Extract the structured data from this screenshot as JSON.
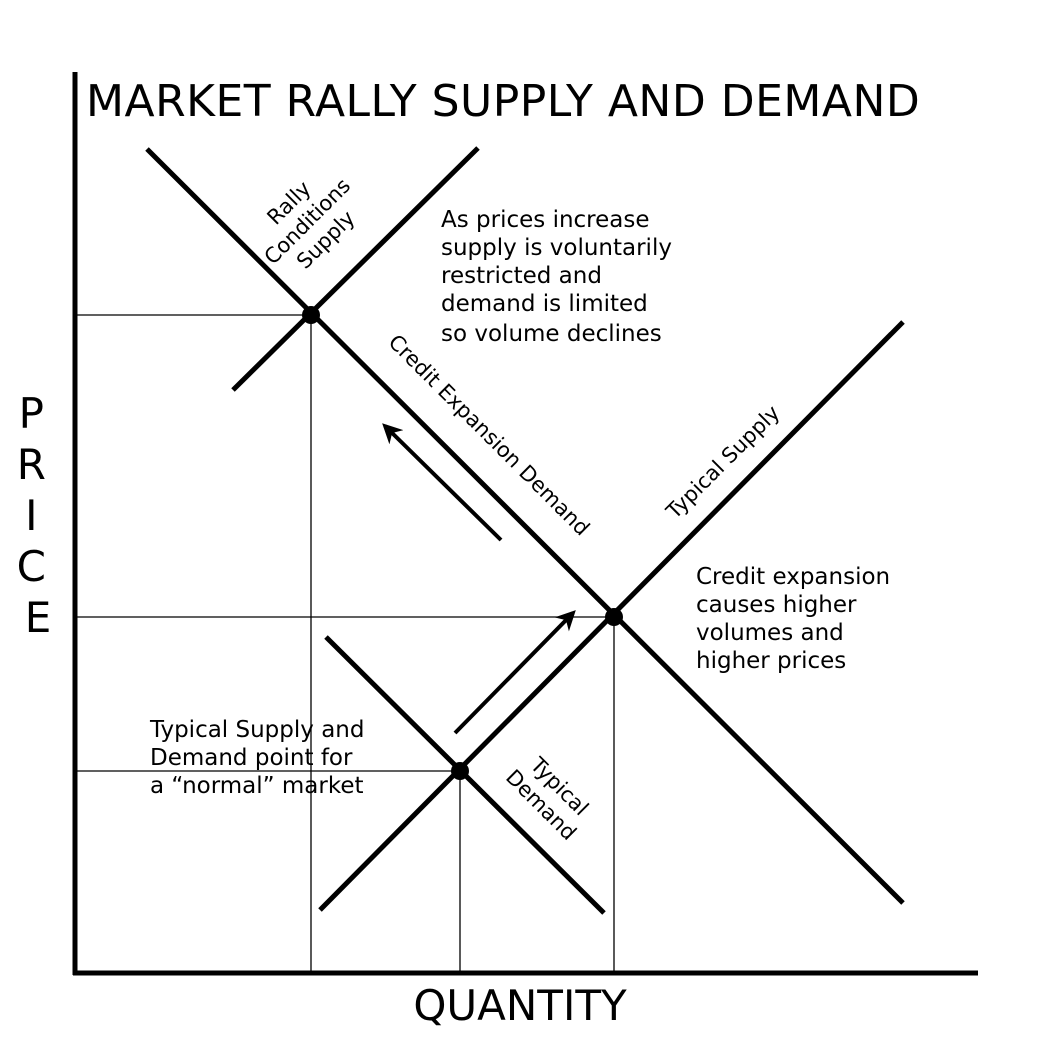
{
  "title": "MARKET RALLY SUPPLY AND DEMAND",
  "axes": {
    "x_label": "QUANTITY",
    "y_label": "PRICE",
    "y_label_letters": [
      "P",
      "R",
      "I",
      "C",
      "E"
    ]
  },
  "curves": {
    "rally_supply": [
      "Rally",
      "Conditions",
      "Supply"
    ],
    "credit_demand": "Credit Expansion Demand",
    "typical_supply": "Typical Supply",
    "typical_demand": [
      "Typical",
      "Demand"
    ]
  },
  "annotations": {
    "top_note": [
      "As prices increase",
      "supply is voluntarily",
      "restricted and",
      "demand is limited",
      "so volume declines"
    ],
    "right_note": [
      "Credit expansion",
      "causes higher",
      "volumes and",
      "higher prices"
    ],
    "left_note": [
      "Typical Supply and",
      "Demand point for",
      "a “normal” market"
    ]
  },
  "colors": {
    "ink": "#000000",
    "background": "#ffffff"
  }
}
